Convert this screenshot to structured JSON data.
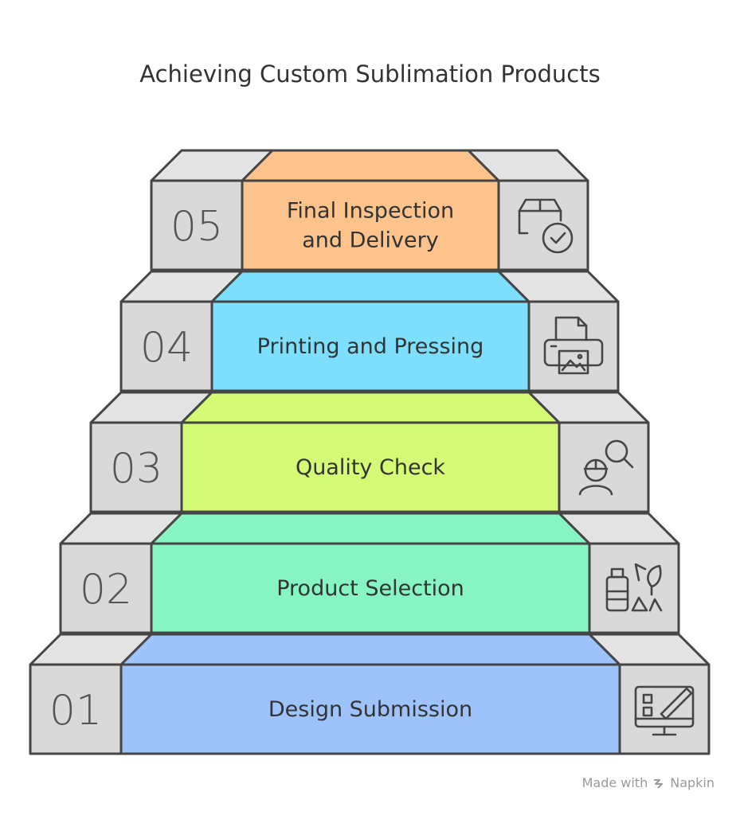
{
  "title": "Achieving Custom Sublimation Products",
  "steps": [
    {
      "number": "01",
      "lines": [
        "Design Submission"
      ],
      "color": "#9ec3fa",
      "icon": "design-monitor-icon"
    },
    {
      "number": "02",
      "lines": [
        "Product Selection"
      ],
      "color": "#86f5c3",
      "icon": "products-icon"
    },
    {
      "number": "03",
      "lines": [
        "Quality Check"
      ],
      "color": "#d4fa76",
      "icon": "inspector-search-icon"
    },
    {
      "number": "04",
      "lines": [
        "Printing and Pressing"
      ],
      "color": "#7ddffc",
      "icon": "printer-icon"
    },
    {
      "number": "05",
      "lines": [
        "Final Inspection",
        "and Delivery"
      ],
      "color": "#fcc48c",
      "icon": "package-check-icon"
    }
  ],
  "footer": {
    "made_with": "Made with",
    "brand": "Napkin"
  }
}
